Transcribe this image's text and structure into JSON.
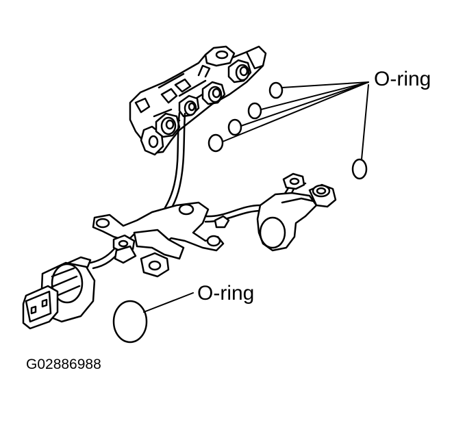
{
  "labels": {
    "oring_top": "O-ring",
    "oring_bottom": "O-ring"
  },
  "figure_code": "G02886988",
  "colors": {
    "ink": "#000000",
    "paper": "#ffffff"
  }
}
